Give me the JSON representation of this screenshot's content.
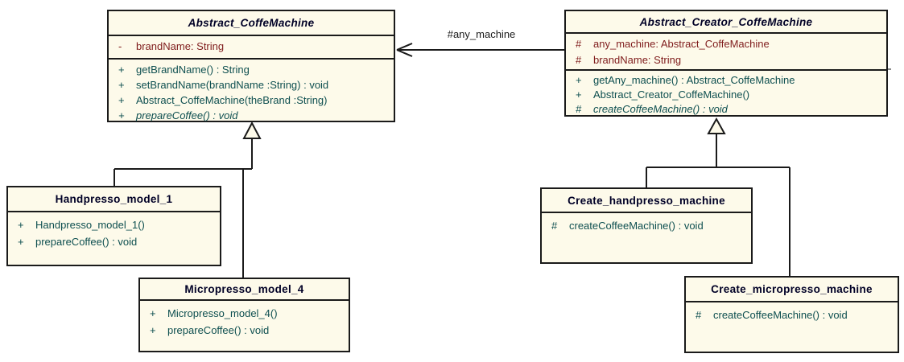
{
  "diagram": {
    "association_label": "#any_machine",
    "colors": {
      "box_fill": "#FDFAEA",
      "border": "#1A1A1A",
      "class_name_text": "#000026",
      "attribute_text": "#7F1C1C",
      "method_text": "#0E4F50"
    }
  },
  "classes": [
    {
      "name": "Abstract_CoffeMachine",
      "abstract": true,
      "attributes": [
        {
          "vis": "-",
          "text": "brandName: String"
        }
      ],
      "methods": [
        {
          "vis": "+",
          "text": "getBrandName() : String"
        },
        {
          "vis": "+",
          "text": "setBrandName(brandName :String) : void"
        },
        {
          "vis": "+",
          "text": "Abstract_CoffeMachine(theBrand :String)"
        },
        {
          "vis": "+",
          "text": "prepareCoffee() : void",
          "abstract": true
        }
      ]
    },
    {
      "name": "Abstract_Creator_CoffeMachine",
      "abstract": true,
      "attributes": [
        {
          "vis": "#",
          "text": "any_machine: Abstract_CoffeMachine"
        },
        {
          "vis": "#",
          "text": "brandName: String"
        }
      ],
      "methods": [
        {
          "vis": "+",
          "text": "getAny_machine() : Abstract_CoffeMachine"
        },
        {
          "vis": "+",
          "text": "Abstract_Creator_CoffeMachine()"
        },
        {
          "vis": "#",
          "text": "createCoffeeMachine() : void",
          "abstract": true
        }
      ]
    },
    {
      "name": "Handpresso_model_1",
      "abstract": false,
      "attributes": [],
      "methods": [
        {
          "vis": "+",
          "text": "Handpresso_model_1()"
        },
        {
          "vis": "+",
          "text": "prepareCoffee() : void"
        }
      ]
    },
    {
      "name": "Micropresso_model_4",
      "abstract": false,
      "attributes": [],
      "methods": [
        {
          "vis": "+",
          "text": "Micropresso_model_4()"
        },
        {
          "vis": "+",
          "text": "prepareCoffee() : void"
        }
      ]
    },
    {
      "name": "Create_handpresso_machine",
      "abstract": false,
      "attributes": [],
      "methods": [
        {
          "vis": "#",
          "text": "createCoffeeMachine() : void"
        }
      ]
    },
    {
      "name": "Create_micropresso_machine",
      "abstract": false,
      "attributes": [],
      "methods": [
        {
          "vis": "#",
          "text": "createCoffeeMachine() : void"
        }
      ]
    }
  ],
  "relationships": [
    {
      "type": "directed-association",
      "from": "Abstract_Creator_CoffeMachine",
      "to": "Abstract_CoffeMachine",
      "label": "#any_machine"
    },
    {
      "type": "generalization",
      "from": "Handpresso_model_1",
      "to": "Abstract_CoffeMachine"
    },
    {
      "type": "generalization",
      "from": "Micropresso_model_4",
      "to": "Abstract_CoffeMachine"
    },
    {
      "type": "generalization",
      "from": "Create_handpresso_machine",
      "to": "Abstract_Creator_CoffeMachine"
    },
    {
      "type": "generalization",
      "from": "Create_micropresso_machine",
      "to": "Abstract_Creator_CoffeMachine"
    }
  ]
}
